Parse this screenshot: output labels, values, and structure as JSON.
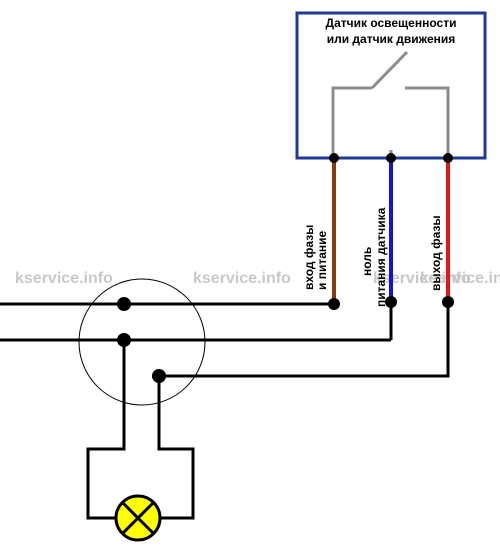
{
  "sensor": {
    "title_line1": "Датчик освещенности",
    "title_line2": "или датчик движения",
    "border_color": "#1f3a93",
    "switch_color": "#8c8c8c"
  },
  "wires": {
    "phase_in": {
      "label_line1": "вход фазы",
      "label_line2": "и питание",
      "color": "#8b3a0f"
    },
    "neutral": {
      "label_line1": "ноль",
      "label_line2": "питания датчика",
      "color": "#1414d8"
    },
    "phase_out": {
      "label_line1": "выход фазы",
      "color": "#e0161c"
    }
  },
  "lamp": {
    "fill_color": "#ffff00",
    "icon": "lamp-x-icon"
  },
  "watermarks": [
    "kservice.info",
    "kservice.info",
    "kservice.info",
    "kservice.info"
  ]
}
